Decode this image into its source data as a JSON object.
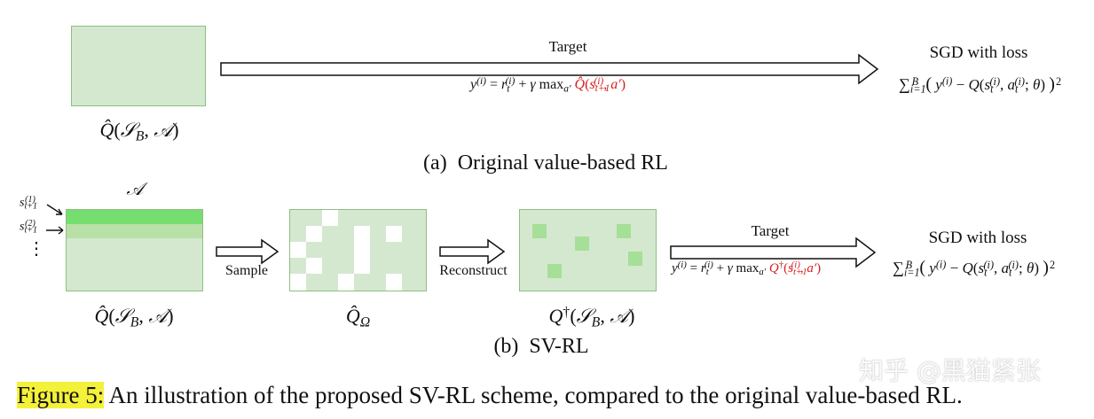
{
  "panel_a": {
    "target_label": "Target",
    "sgd_title": "SGD with loss",
    "caption_label": "(a)",
    "caption_text": "Original value-based RL"
  },
  "panel_b": {
    "action_label": "𝒜",
    "ellipsis": "⋮",
    "sample_label": "Sample",
    "reconstruct_label": "Reconstruct",
    "target_label": "Target",
    "sgd_title": "SGD with loss",
    "caption_label": "(b)",
    "caption_text": "SV-RL"
  },
  "figure_caption": {
    "label": "Figure 5:",
    "text": "An illustration of the proposed SV-RL scheme, compared to the original value-based RL."
  },
  "watermark": {
    "text": "知乎 @黑猫紧张"
  },
  "colors": {
    "box_fill": "#d4e8cf",
    "box_border": "#8cbf82",
    "highlight": "#f4f13a",
    "red_math": "#d62020",
    "row_dark": "#76dd70",
    "row_mid": "#b8e0a7",
    "cell_dark": "#a6df97"
  }
}
